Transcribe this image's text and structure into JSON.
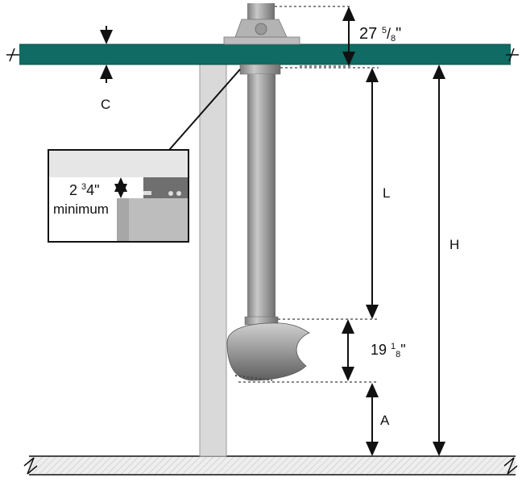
{
  "labels": {
    "top_dim_whole": "27",
    "top_dim_num": "5",
    "top_dim_den": "8",
    "top_dim_unit": "\"",
    "c": "C",
    "l": "L",
    "h": "H",
    "a": "A",
    "head_dim_whole": "19",
    "head_dim_num": "1",
    "head_dim_den": "8",
    "head_dim_unit": "\"",
    "inset_dim_whole": "2",
    "inset_dim_num": "3",
    "inset_dim_den": "4",
    "inset_dim_unit": "\"",
    "inset_note": "minimum"
  },
  "colors": {
    "ceiling": "#0f6b63",
    "column": "#d9d9d9",
    "pipe": "#9a9a9a",
    "floor": "#eeeeee",
    "line": "#111111"
  },
  "icons": {
    "break_symbol": "break-line-icon"
  }
}
